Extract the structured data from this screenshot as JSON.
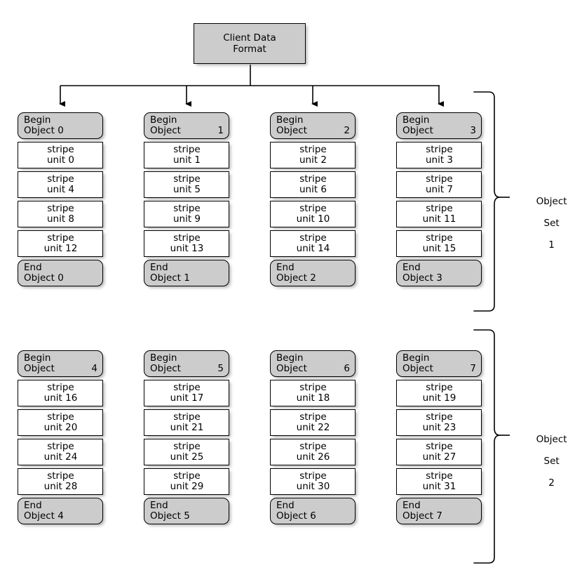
{
  "diagram": {
    "title": "Client Data Format",
    "root": {
      "line1": "Client Data",
      "line2": "Format"
    }
  },
  "objects": [
    {
      "begin": {
        "label": "Begin",
        "name": "Object 0",
        "name_word": "Object",
        "index": "0",
        "spaced": false
      },
      "end": {
        "line1": "End",
        "line2": "Object 0"
      },
      "stripes": [
        {
          "line1": "stripe",
          "line2": "unit 0"
        },
        {
          "line1": "stripe",
          "line2": "unit 4"
        },
        {
          "line1": "stripe",
          "line2": "unit 8"
        },
        {
          "line1": "stripe",
          "line2": "unit 12"
        }
      ]
    },
    {
      "begin": {
        "label": "Begin",
        "name": "Object 1",
        "name_word": "Object",
        "index": "1",
        "spaced": true
      },
      "end": {
        "line1": "End",
        "line2": "Object 1"
      },
      "stripes": [
        {
          "line1": "stripe",
          "line2": "unit 1"
        },
        {
          "line1": "stripe",
          "line2": "unit 5"
        },
        {
          "line1": "stripe",
          "line2": "unit 9"
        },
        {
          "line1": "stripe",
          "line2": "unit 13"
        }
      ]
    },
    {
      "begin": {
        "label": "Begin",
        "name": "Object 2",
        "name_word": "Object",
        "index": "2",
        "spaced": true
      },
      "end": {
        "line1": "End",
        "line2": "Object 2"
      },
      "stripes": [
        {
          "line1": "stripe",
          "line2": "unit 2"
        },
        {
          "line1": "stripe",
          "line2": "unit 6"
        },
        {
          "line1": "stripe",
          "line2": "unit 10"
        },
        {
          "line1": "stripe",
          "line2": "unit 14"
        }
      ]
    },
    {
      "begin": {
        "label": "Begin",
        "name": "Object 3",
        "name_word": "Object",
        "index": "3",
        "spaced": true
      },
      "end": {
        "line1": "End",
        "line2": "Object 3"
      },
      "stripes": [
        {
          "line1": "stripe",
          "line2": "unit 3"
        },
        {
          "line1": "stripe",
          "line2": "unit 7"
        },
        {
          "line1": "stripe",
          "line2": "unit 11"
        },
        {
          "line1": "stripe",
          "line2": "unit 15"
        }
      ]
    },
    {
      "begin": {
        "label": "Begin",
        "name": "Object 4",
        "name_word": "Object",
        "index": "4",
        "spaced": true
      },
      "end": {
        "line1": "End",
        "line2": "Object 4"
      },
      "stripes": [
        {
          "line1": "stripe",
          "line2": "unit 16"
        },
        {
          "line1": "stripe",
          "line2": "unit 20"
        },
        {
          "line1": "stripe",
          "line2": "unit 24"
        },
        {
          "line1": "stripe",
          "line2": "unit 28"
        }
      ]
    },
    {
      "begin": {
        "label": "Begin",
        "name": "Object 5",
        "name_word": "Object",
        "index": "5",
        "spaced": true
      },
      "end": {
        "line1": "End",
        "line2": "Object 5"
      },
      "stripes": [
        {
          "line1": "stripe",
          "line2": "unit 17"
        },
        {
          "line1": "stripe",
          "line2": "unit 21"
        },
        {
          "line1": "stripe",
          "line2": "unit 25"
        },
        {
          "line1": "stripe",
          "line2": "unit 29"
        }
      ]
    },
    {
      "begin": {
        "label": "Begin",
        "name": "Object 6",
        "name_word": "Object",
        "index": "6",
        "spaced": true
      },
      "end": {
        "line1": "End",
        "line2": "Object 6"
      },
      "stripes": [
        {
          "line1": "stripe",
          "line2": "unit 18"
        },
        {
          "line1": "stripe",
          "line2": "unit 22"
        },
        {
          "line1": "stripe",
          "line2": "unit 26"
        },
        {
          "line1": "stripe",
          "line2": "unit 30"
        }
      ]
    },
    {
      "begin": {
        "label": "Begin",
        "name": "Object 7",
        "name_word": "Object",
        "index": "7",
        "spaced": true
      },
      "end": {
        "line1": "End",
        "line2": "Object 7"
      },
      "stripes": [
        {
          "line1": "stripe",
          "line2": "unit 19"
        },
        {
          "line1": "stripe",
          "line2": "unit 23"
        },
        {
          "line1": "stripe",
          "line2": "unit 27"
        },
        {
          "line1": "stripe",
          "line2": "unit 31"
        }
      ]
    }
  ],
  "object_sets": [
    {
      "line1": "Object",
      "line2": "Set",
      "line3": "1"
    },
    {
      "line1": "Object",
      "line2": "Set",
      "line3": "2"
    }
  ],
  "colors": {
    "header_fill": "#cccccc",
    "stripe_fill": "#ffffff",
    "stroke": "#000000",
    "background": "#ffffff"
  }
}
